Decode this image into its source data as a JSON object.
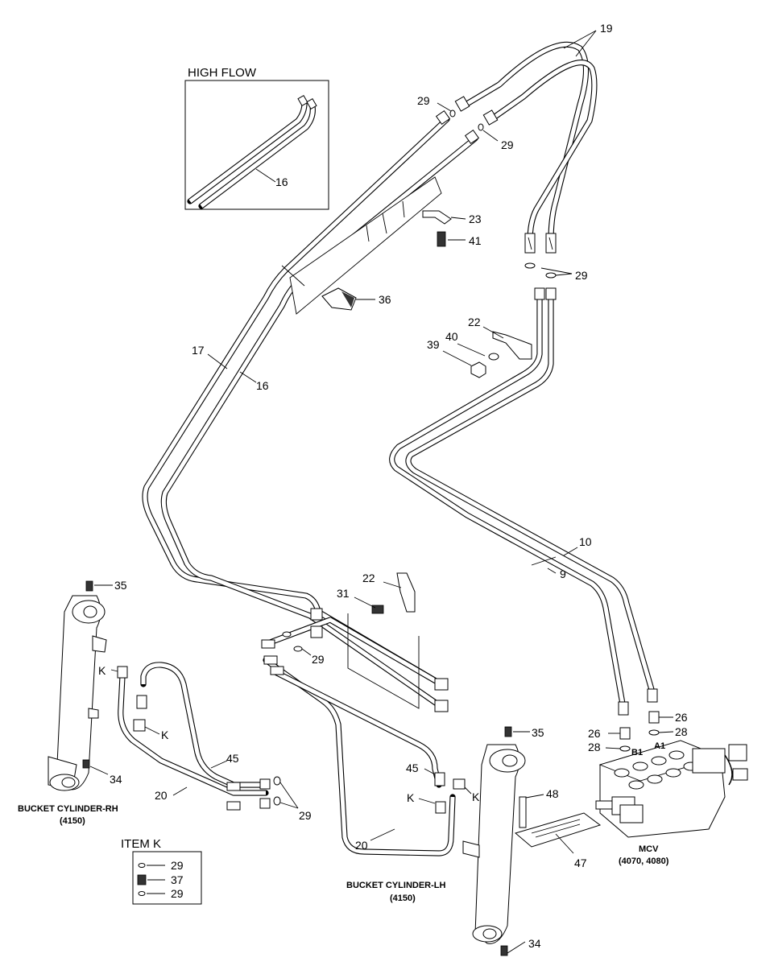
{
  "high_flow_box": {
    "title": "HIGH FLOW",
    "part": "16"
  },
  "item_k_box": {
    "title": "ITEM K",
    "rows": [
      "29",
      "37",
      "29"
    ]
  },
  "callouts": {
    "p19": "19",
    "p29a": "29",
    "p29b": "29",
    "p29c": "29",
    "p29d": "29",
    "p29e": "29",
    "p23": "23",
    "p41": "41",
    "p36": "36",
    "p22a": "22",
    "p40": "40",
    "p39": "39",
    "p17": "17",
    "p16": "16",
    "p10": "10",
    "p9": "9",
    "p35a": "35",
    "p35b": "35",
    "p22b": "22",
    "p31": "31",
    "pKa": "K",
    "pKb": "K",
    "pKc": "K",
    "pKd": "K",
    "p45a": "45",
    "p45b": "45",
    "p20a": "20",
    "p20b": "20",
    "p34a": "34",
    "p34b": "34",
    "p26a": "26",
    "p28a": "28",
    "p26b": "26",
    "p28b": "28",
    "p48": "48",
    "p47": "47",
    "pA1": "A1",
    "pB1": "B1"
  },
  "captions": {
    "rh_line1": "BUCKET CYLINDER-RH",
    "rh_line2": "(4150)",
    "lh_line1": "BUCKET CYLINDER-LH",
    "lh_line2": "(4150)",
    "mcv_line1": "MCV",
    "mcv_line2": "(4070, 4080)"
  }
}
